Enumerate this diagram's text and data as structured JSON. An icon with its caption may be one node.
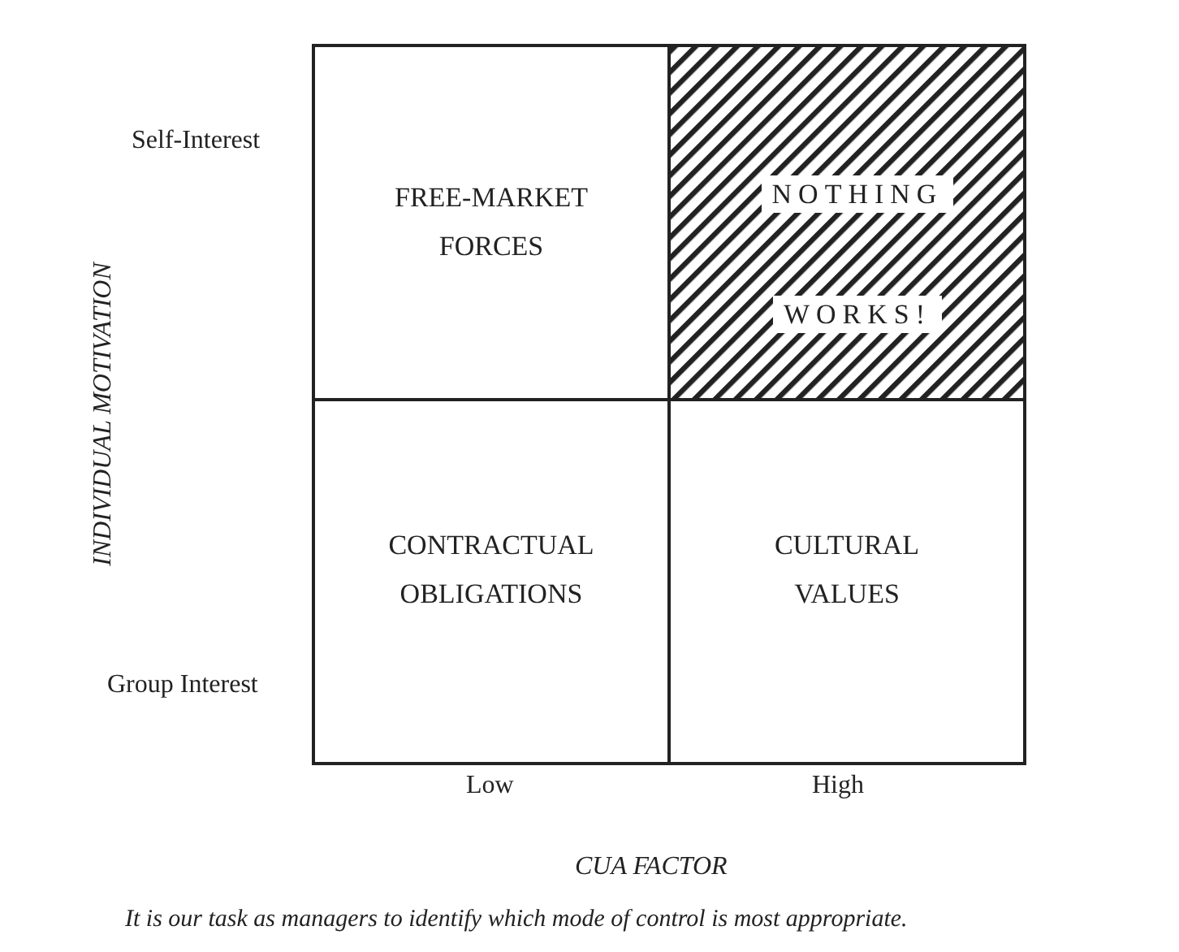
{
  "diagram": {
    "caption": "It is our task as managers to identify which mode of control is most appropriate.",
    "nodes": [
      {
        "text": [
          "FREE-MARKET FORCES"
        ]
      },
      {
        "text": [
          "NOTHING WORKS!"
        ]
      },
      {
        "text": [
          "CONTRACTUAL OBLIGATIONS"
        ]
      },
      {
        "text": [
          "CULTURAL VALUES"
        ]
      }
    ],
    "labels": [
      "Self-Interest",
      "INDIVIDUAL MOTIVATION",
      "Group Interest",
      "Low",
      "High",
      "CUA FACTOR"
    ]
  }
}
